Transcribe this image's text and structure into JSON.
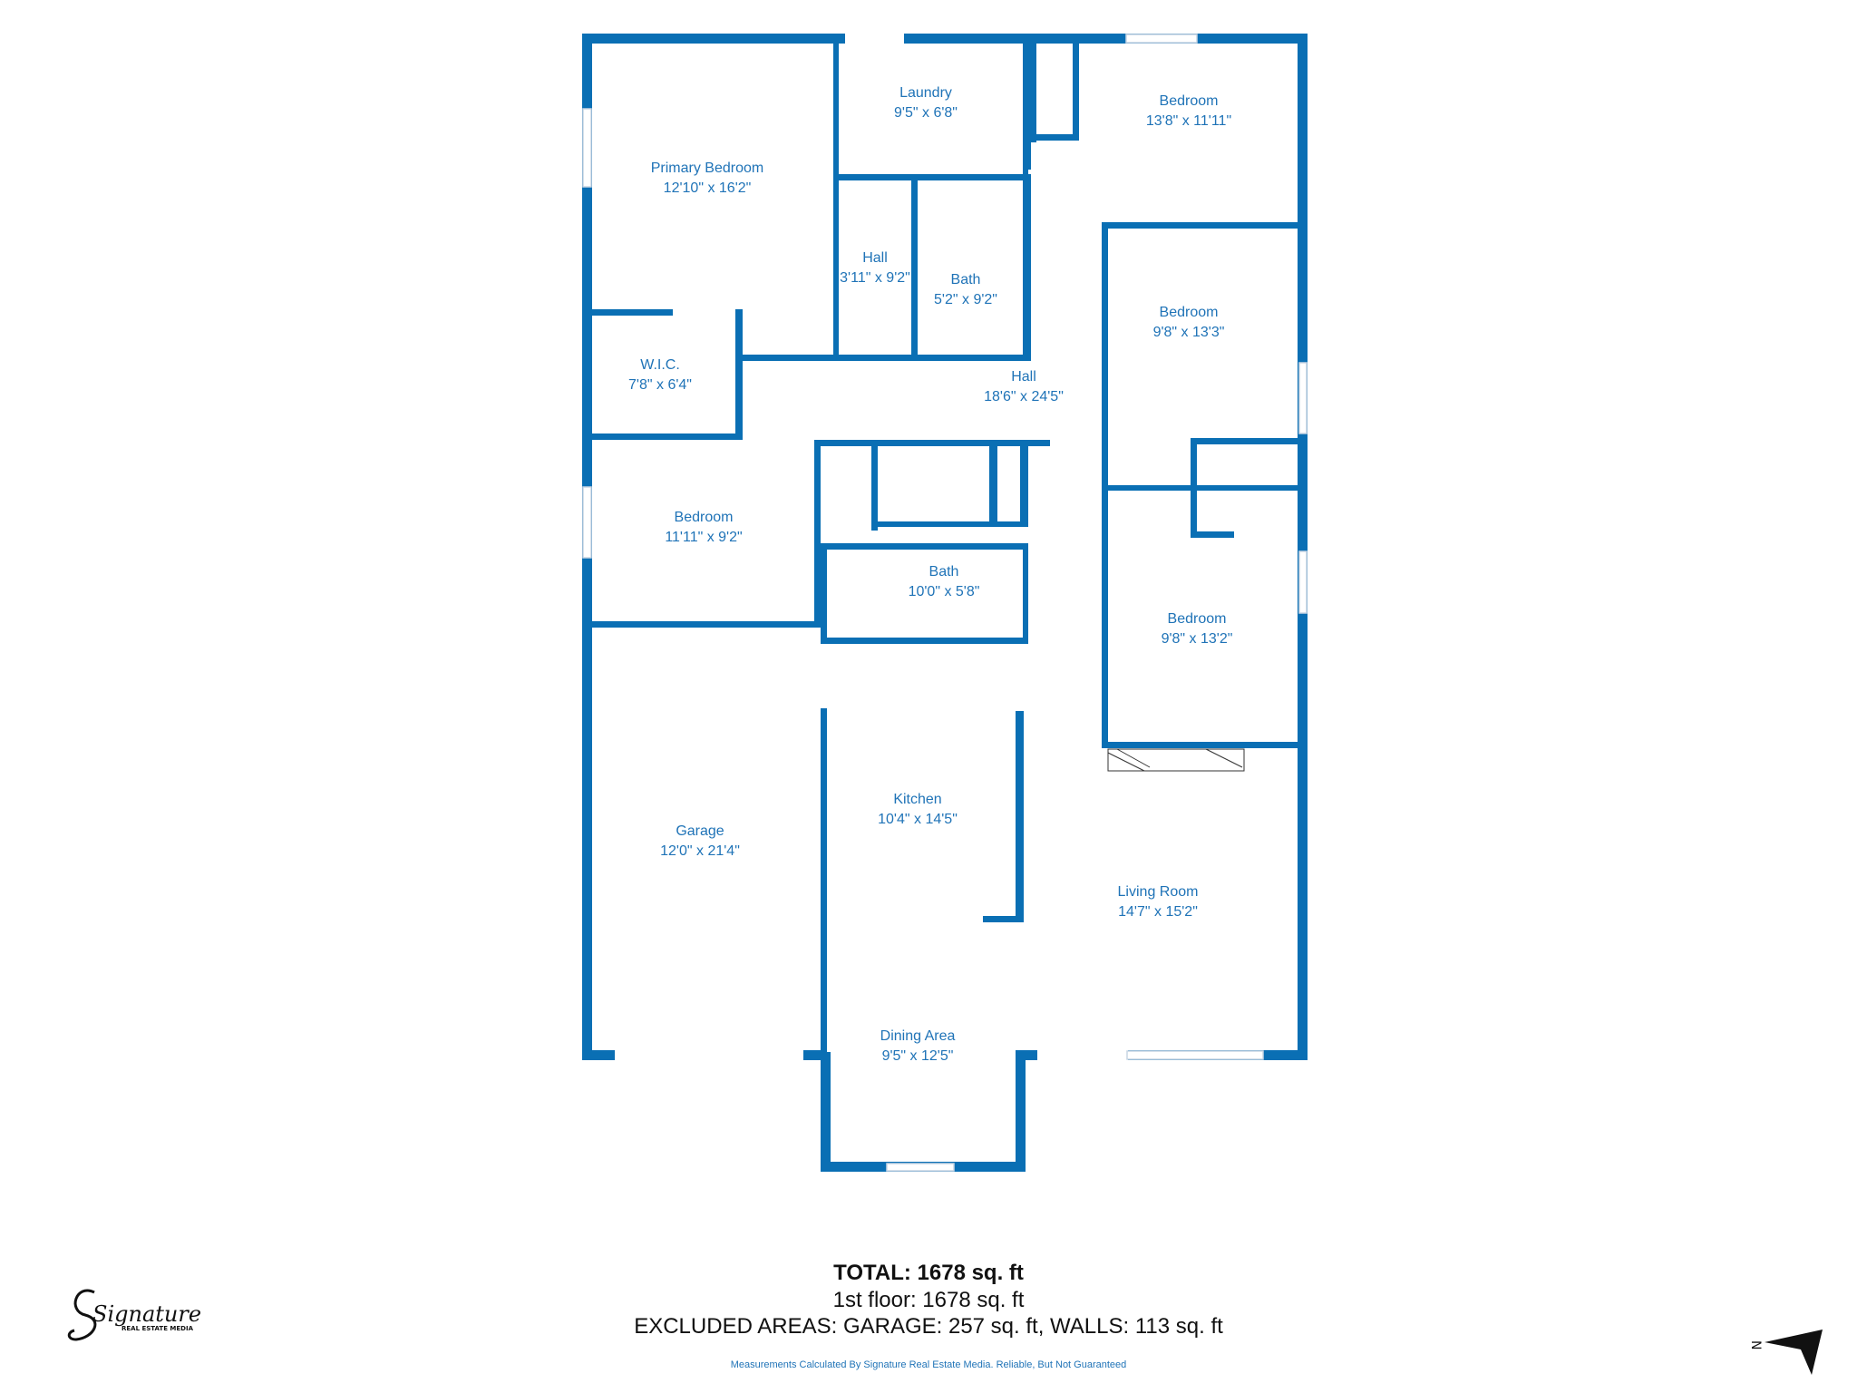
{
  "colors": {
    "wall": "#0a6fb4",
    "label": "#1f73b7",
    "window": "#dbe7f2"
  },
  "rooms": [
    {
      "name": "Primary Bedroom",
      "dims": "12'10\" x 16'2\""
    },
    {
      "name": "Laundry",
      "dims": "9'5\" x 6'8\""
    },
    {
      "name": "Bedroom",
      "dims": "13'8\" x 11'11\""
    },
    {
      "name": "Hall",
      "dims": "3'11\" x 9'2\""
    },
    {
      "name": "Bath",
      "dims": "5'2\" x 9'2\""
    },
    {
      "name": "Bedroom",
      "dims": "9'8\" x 13'3\""
    },
    {
      "name": "W.I.C.",
      "dims": "7'8\" x 6'4\""
    },
    {
      "name": "Hall",
      "dims": "18'6\" x 24'5\""
    },
    {
      "name": "Bedroom",
      "dims": "11'11\" x 9'2\""
    },
    {
      "name": "Bath",
      "dims": "10'0\" x 5'8\""
    },
    {
      "name": "Bedroom",
      "dims": "9'8\" x 13'2\""
    },
    {
      "name": "Kitchen",
      "dims": "10'4\" x 14'5\""
    },
    {
      "name": "Garage",
      "dims": "12'0\" x 21'4\""
    },
    {
      "name": "Living Room",
      "dims": "14'7\" x 15'2\""
    },
    {
      "name": "Dining Area",
      "dims": "9'5\" x 12'5\""
    }
  ],
  "summary": {
    "total": "TOTAL: 1678 sq. ft",
    "floor": "1st floor: 1678 sq. ft",
    "excluded": "EXCLUDED AREAS: GARAGE: 257 sq. ft, WALLS: 113 sq. ft"
  },
  "disclaimer": "Measurements Calculated By Signature Real Estate Media. Reliable, But Not Guaranteed",
  "logo": {
    "script": "Signature",
    "sub": "REAL ESTATE MEDIA"
  },
  "compass": {
    "label": "N",
    "icon": "north-arrow-icon"
  }
}
